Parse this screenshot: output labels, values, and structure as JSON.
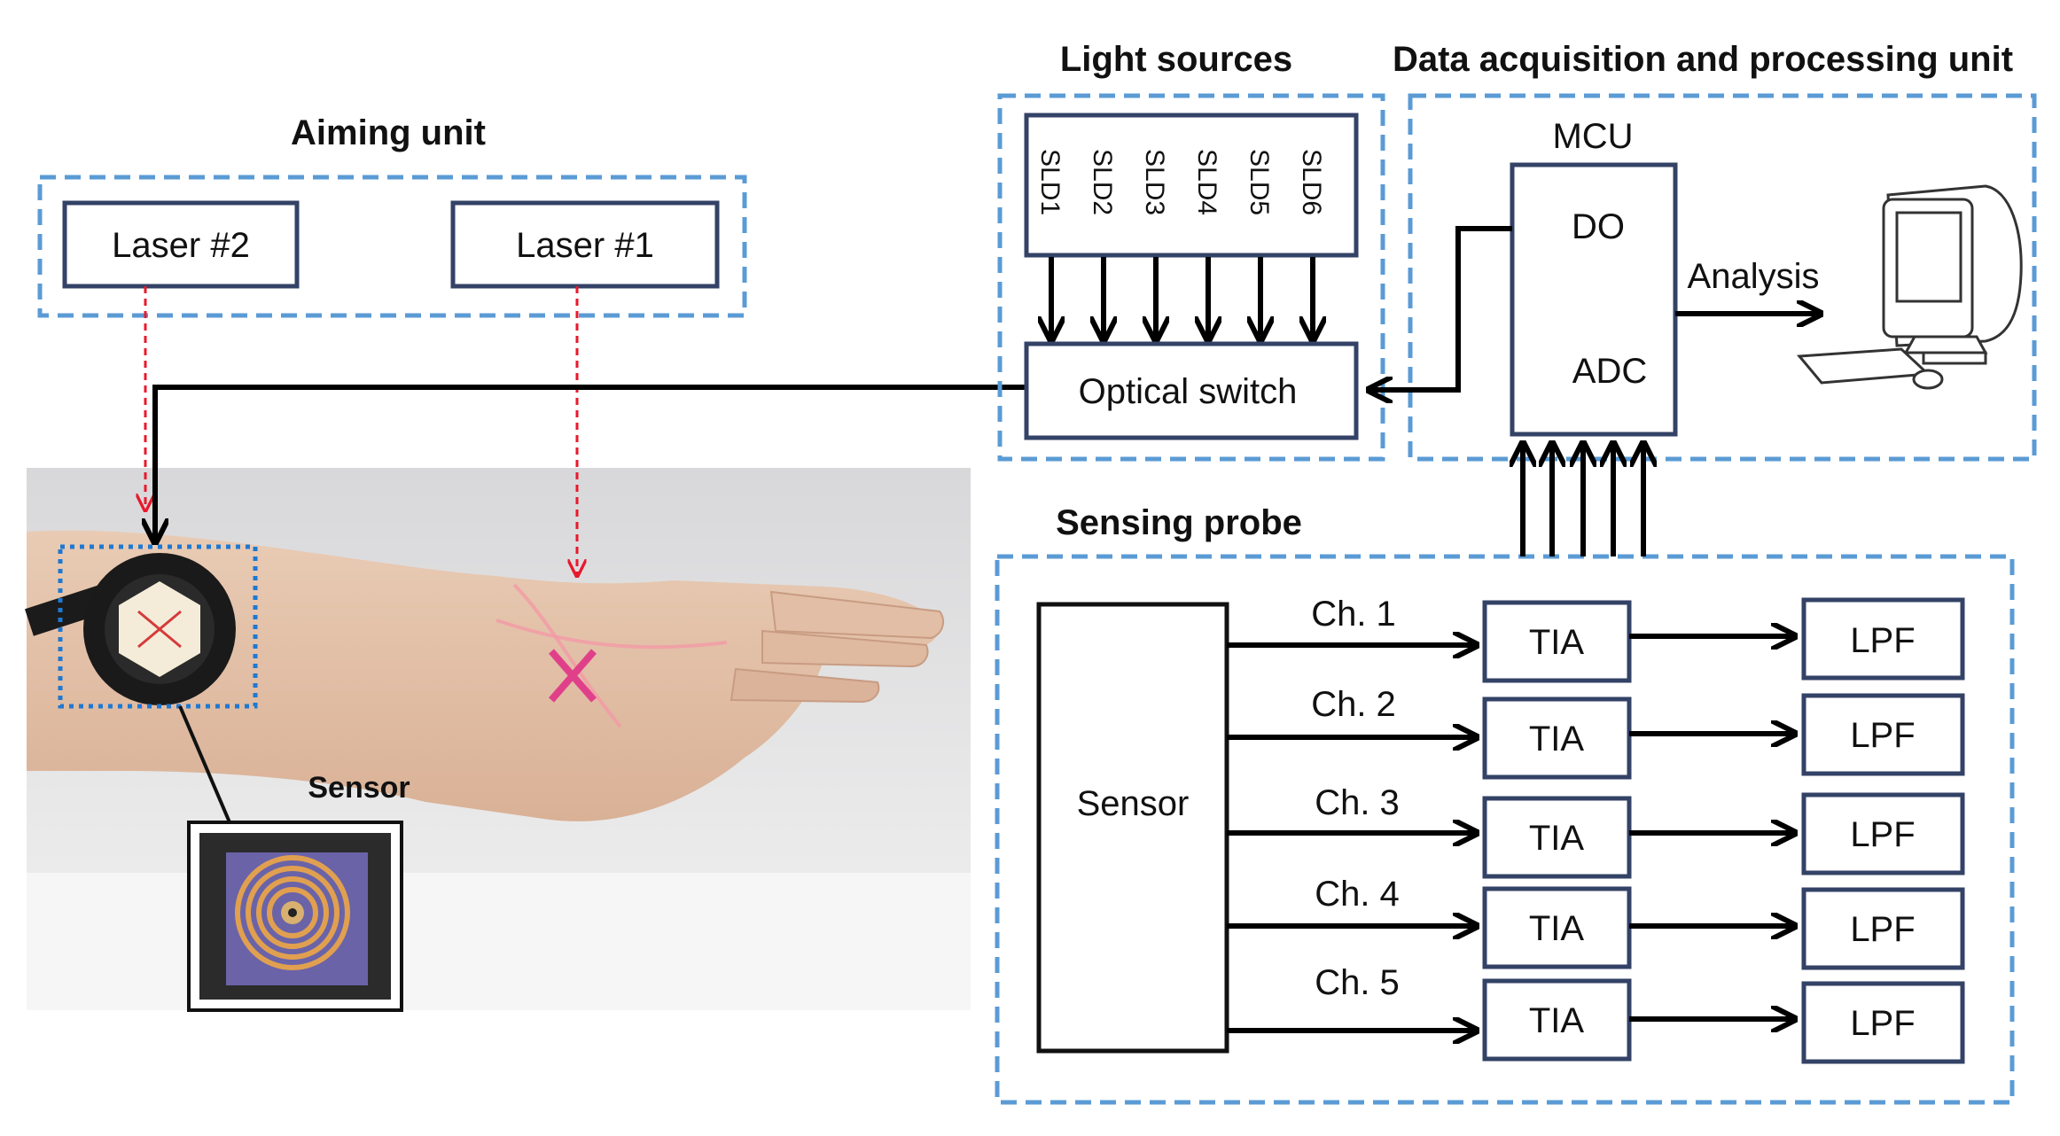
{
  "groups": {
    "aiming_unit": "Aiming unit",
    "light_sources": "Light sources",
    "daq_unit": "Data acquisition and processing unit",
    "sensing_probe": "Sensing probe",
    "sensor_photo": "Sensor"
  },
  "aiming": {
    "laser2": "Laser #2",
    "laser1": "Laser #1"
  },
  "light": {
    "slds": [
      "SLD1",
      "SLD2",
      "SLD3",
      "SLD4",
      "SLD5",
      "SLD6"
    ],
    "optical_switch": "Optical switch"
  },
  "daq": {
    "mcu": "MCU",
    "do": "DO",
    "adc": "ADC",
    "analysis": "Analysis"
  },
  "probe": {
    "sensor": "Sensor",
    "channels": [
      "Ch. 1",
      "Ch. 2",
      "Ch. 3",
      "Ch. 4",
      "Ch. 5"
    ],
    "tia": "TIA",
    "lpf": "LPF"
  },
  "colors": {
    "group_border": "#5b9bd5",
    "box_border": "#334266",
    "laser": "#e8192c"
  }
}
